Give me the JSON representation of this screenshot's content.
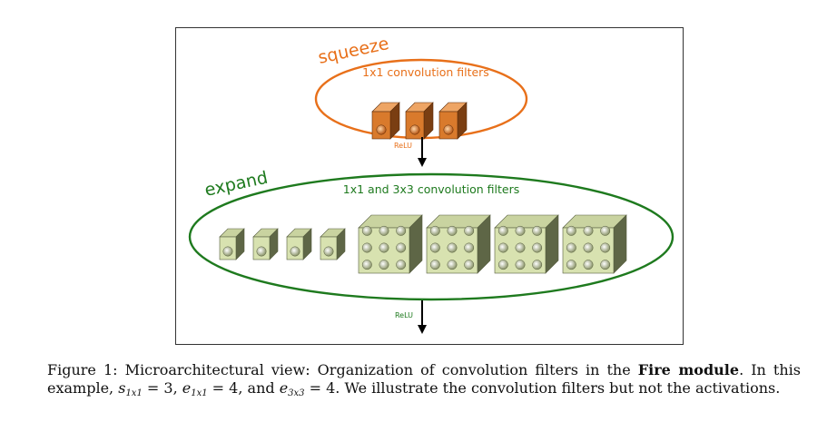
{
  "diagram": {
    "squeeze_label": "squeeze",
    "squeeze_sublabel": "1x1 convolution filters",
    "expand_label": "expand",
    "expand_sublabel": "1x1 and 3x3 convolution filters",
    "relu_label_top": "ReLU",
    "relu_label_bottom": "ReLU",
    "squeeze_filter_count": 3,
    "expand_1x1_count": 4,
    "expand_3x3_count": 4,
    "colors": {
      "squeeze": "#e8701a",
      "expand": "#1e7a1e",
      "squeeze_filter_front": "#d97a2c",
      "expand_filter_front": "#d8e2b0"
    }
  },
  "caption": {
    "figure_label": "Figure 1:",
    "text_1": "Microarchitectural view: Organization of convolution filters in the",
    "bold": "Fire module",
    "text_2": ". In this example,",
    "s_var": "s",
    "s_sub": "1x1",
    "s_value": " = 3,",
    "e1_var": "e",
    "e1_sub": "1x1",
    "e1_value": " = 4, and",
    "e3_var": "e",
    "e3_sub": "3x3",
    "e3_value": " = 4.",
    "text_3": "We illustrate the convolution filters but not the activations."
  }
}
